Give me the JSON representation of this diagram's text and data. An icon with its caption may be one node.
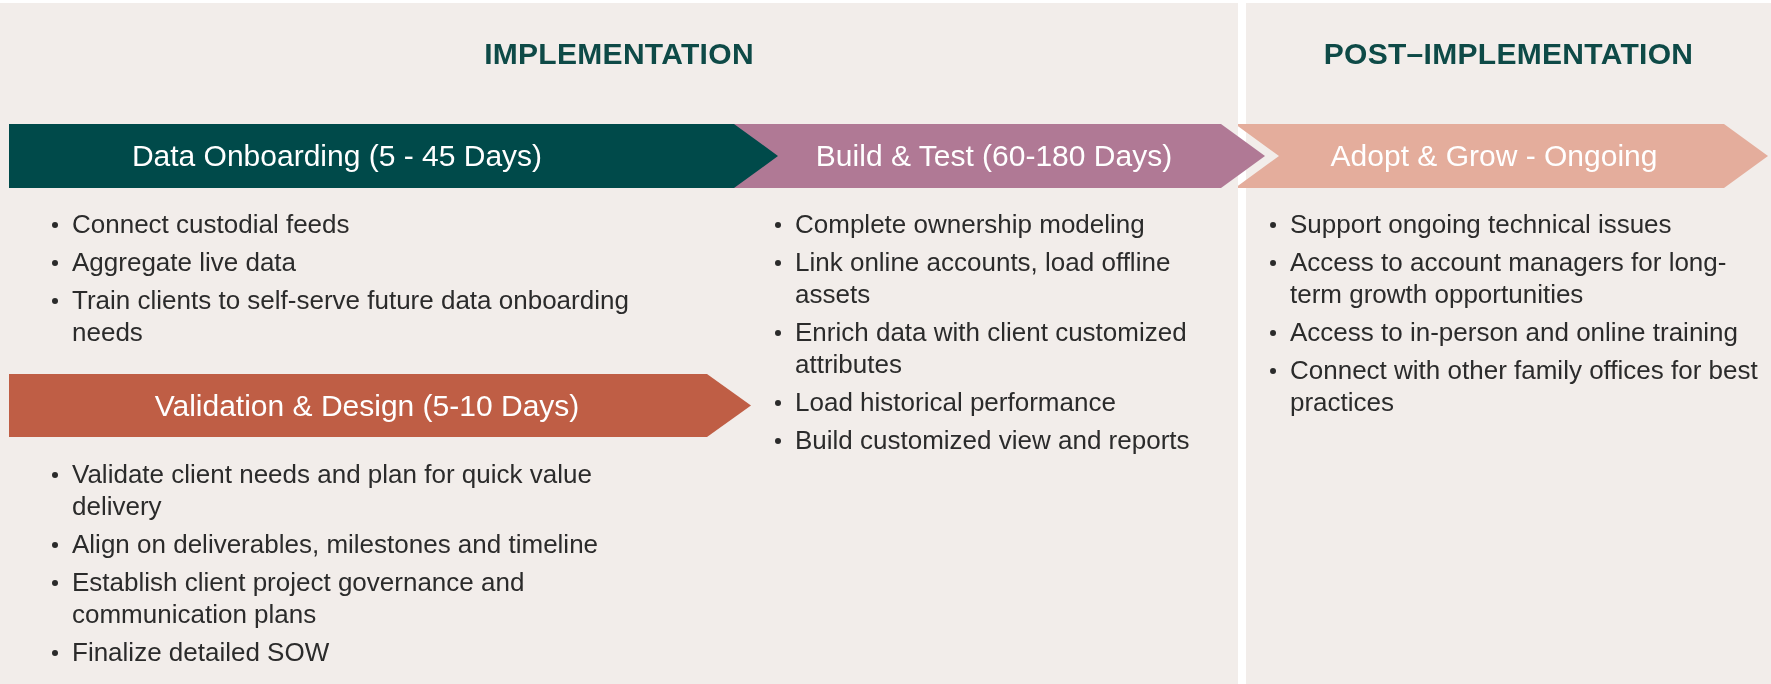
{
  "diagram": {
    "nodes": [
      {
        "text": [
          "IMPLEMENTATION"
        ]
      },
      {
        "text": [
          "POST–IMPLEMENTATION"
        ]
      },
      {
        "text": [
          "Data Onboarding (5 - 45 Days)"
        ],
        "in": 0,
        "beside": [
          "Connect custodial feeds",
          "Aggregate live data",
          "Train clients to self-serve future data onboarding needs"
        ]
      },
      {
        "text": [
          "Validation & Design (5-10 Days)"
        ],
        "in": 0,
        "beside": [
          "Validate client needs and plan for quick value delivery",
          "Align on deliverables, milestones and timeline",
          "Establish client project governance and communication plans",
          "Finalize detailed SOW"
        ]
      },
      {
        "text": [
          "Build & Test (60-180 Days)"
        ],
        "in": 0,
        "beside": [
          "Complete ownership modeling",
          "Link online accounts, load offline assets",
          "Enrich data with client customized attributes",
          "Load historical performance",
          "Build customized view and reports"
        ]
      },
      {
        "text": [
          "Adopt & Grow - Ongoing"
        ],
        "in": 1,
        "beside": [
          "Support ongoing technical issues",
          "Access to account managers for long-term growth opportunities",
          "Access to in-person and online training",
          "Connect with other family offices for best practices"
        ]
      }
    ]
  }
}
